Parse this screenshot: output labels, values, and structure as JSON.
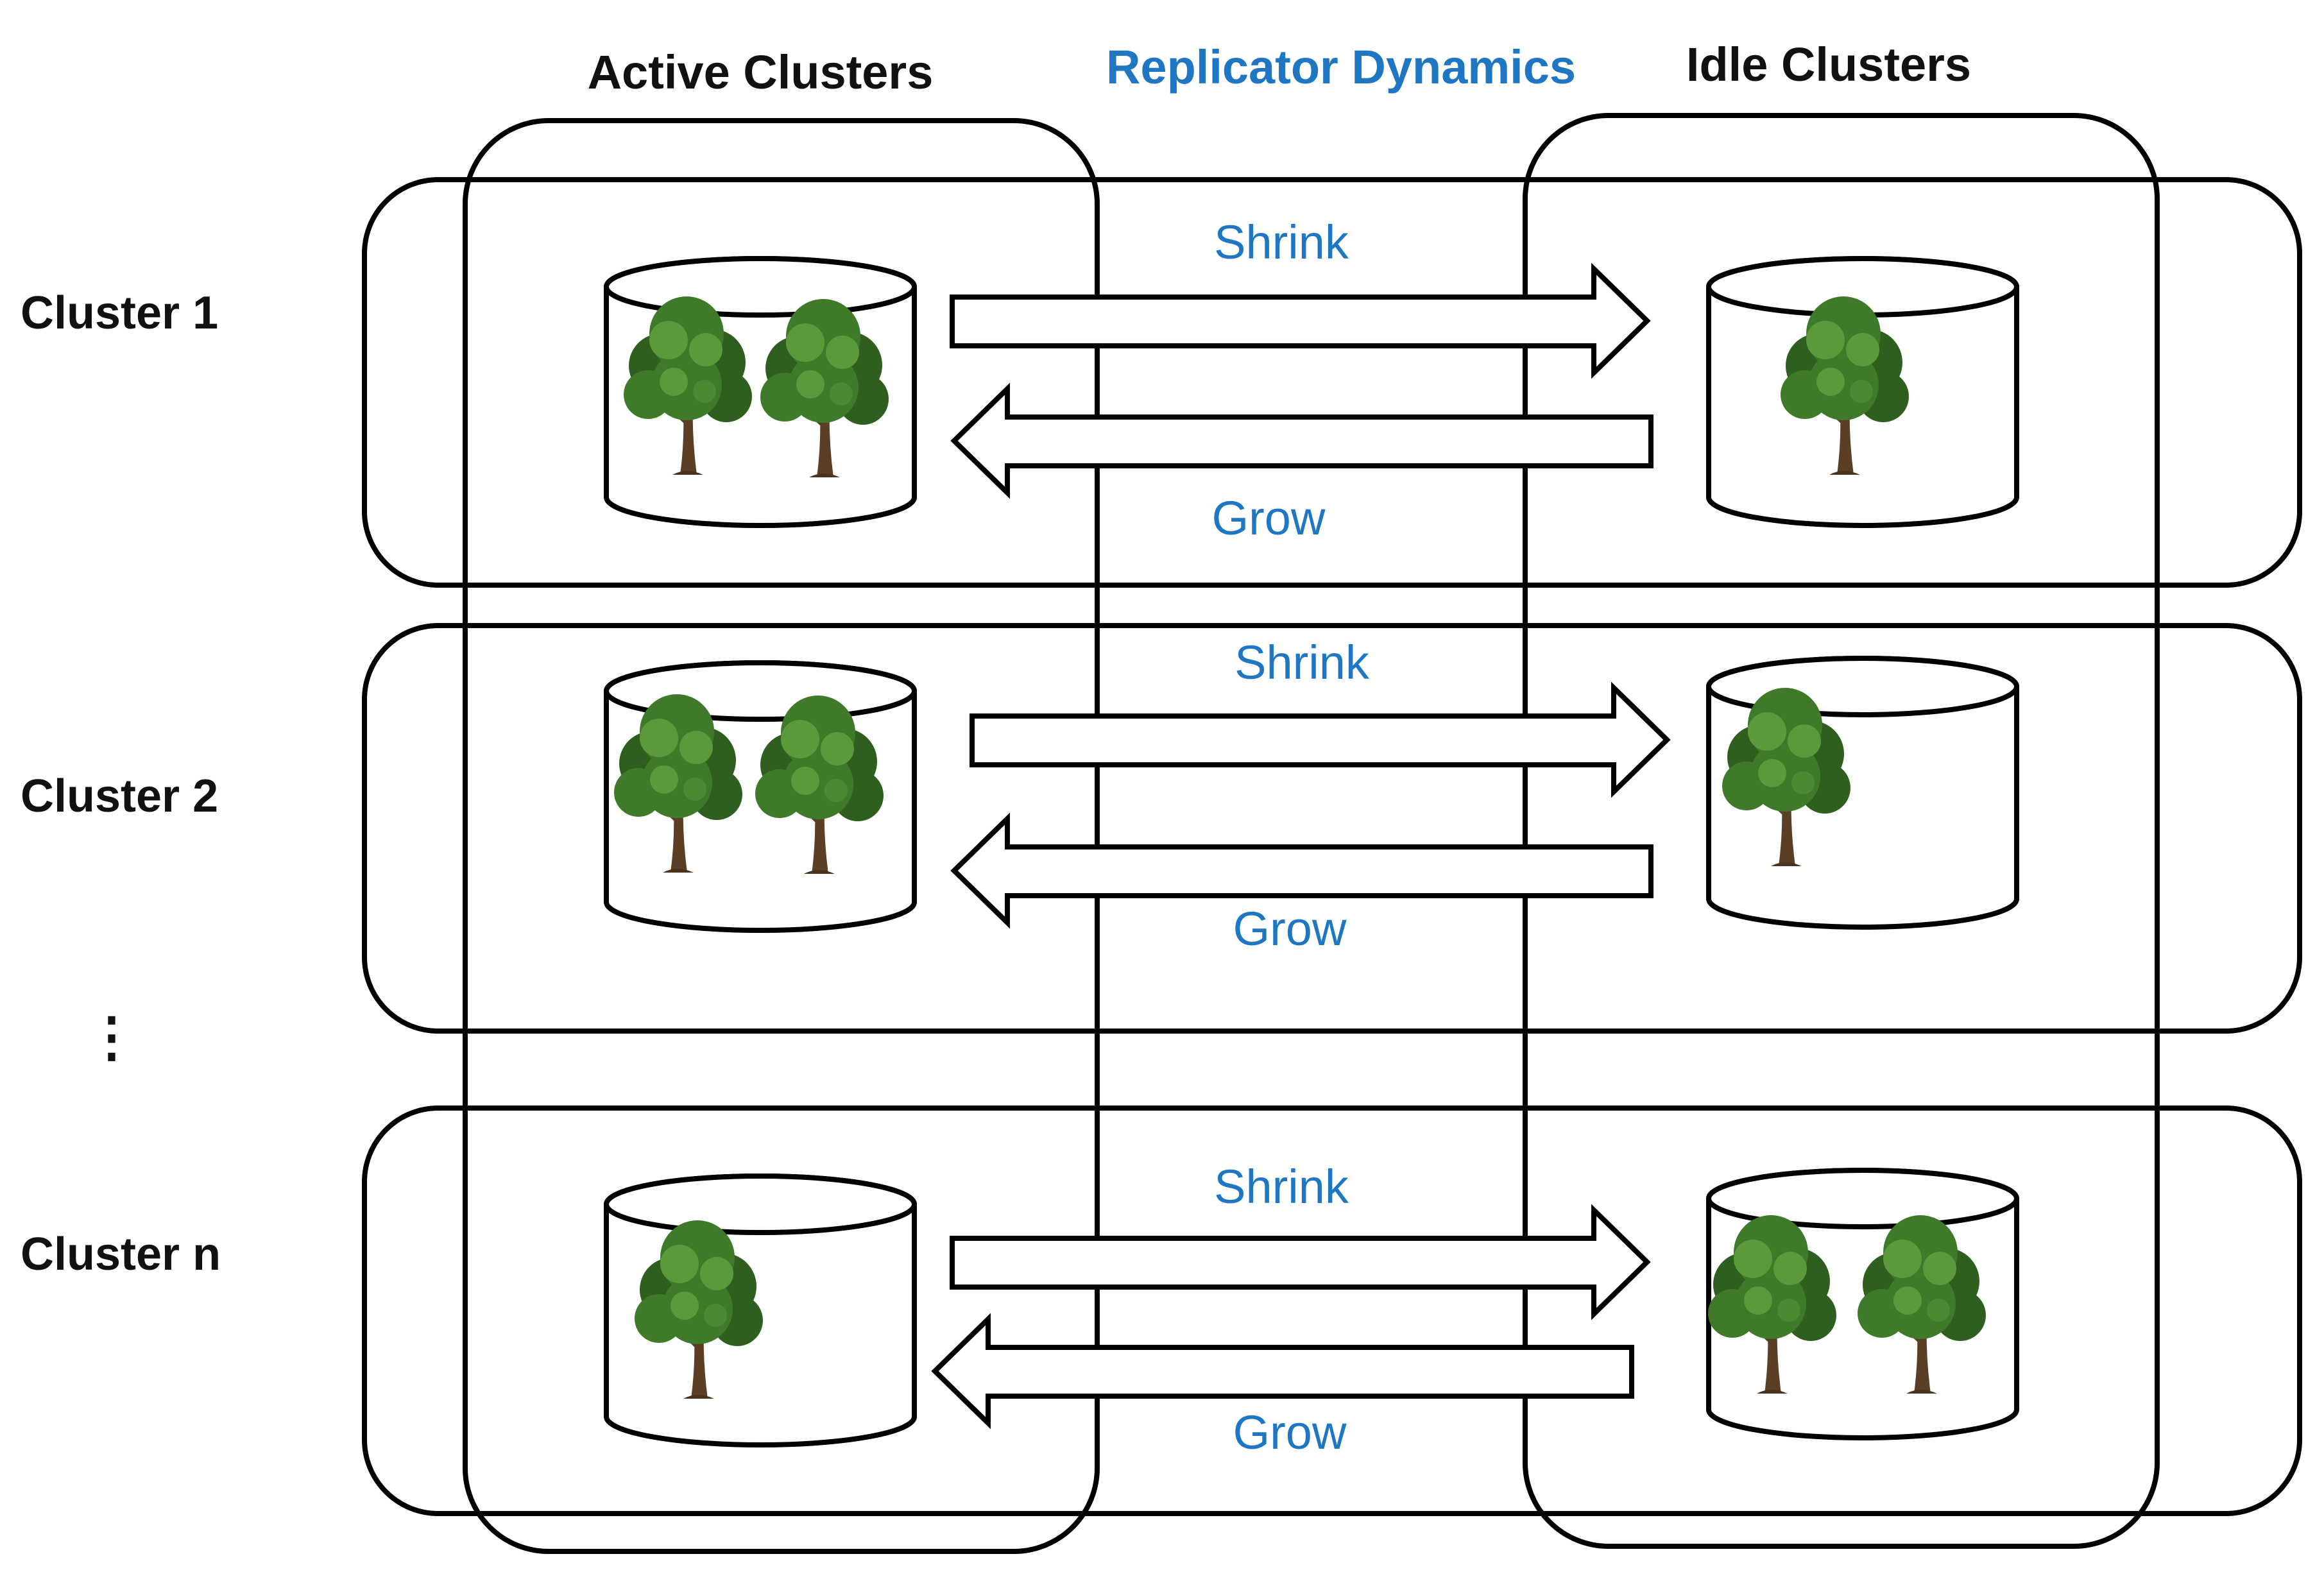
{
  "headers": {
    "active": "Active Clusters",
    "dynamics": "Replicator Dynamics",
    "idle": "Idle Clusters"
  },
  "colors": {
    "blue": "#1f77c4",
    "tree_foliage_dark": "#2f5f1f",
    "tree_foliage_mid": "#3f7a2a",
    "tree_foliage_light": "#5a9a3a",
    "tree_trunk": "#5b3f24"
  },
  "ellipsis": "⋮",
  "icons": {
    "storage": "cylinder-icon",
    "element": "tree-icon",
    "transfer_right": "arrow-right-icon",
    "transfer_left": "arrow-left-icon"
  },
  "rows": [
    {
      "label": "Cluster 1",
      "shrink": "Shrink",
      "grow": "Grow",
      "active_trees": 2,
      "idle_trees": 1
    },
    {
      "label": "Cluster 2",
      "shrink": "Shrink",
      "grow": "Grow",
      "active_trees": 2,
      "idle_trees": 1
    },
    {
      "label": "Cluster n",
      "shrink": "Shrink",
      "grow": "Grow",
      "active_trees": 1,
      "idle_trees": 2
    }
  ]
}
